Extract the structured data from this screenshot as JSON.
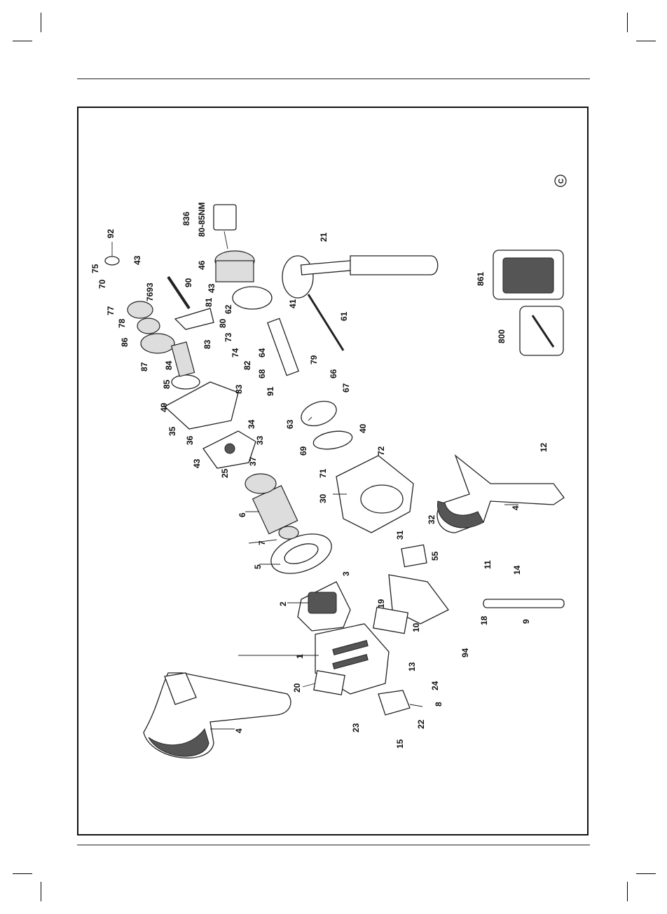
{
  "page": {
    "copyright_mark": "C"
  },
  "callouts": [
    {
      "id": "c92",
      "label": "92"
    },
    {
      "id": "c75",
      "label": "75"
    },
    {
      "id": "c43a",
      "label": "43"
    },
    {
      "id": "c70",
      "label": "70"
    },
    {
      "id": "c7693",
      "label": "7693"
    },
    {
      "id": "c77",
      "label": "77"
    },
    {
      "id": "c78",
      "label": "78"
    },
    {
      "id": "c86",
      "label": "86"
    },
    {
      "id": "c87",
      "label": "87"
    },
    {
      "id": "c84",
      "label": "84"
    },
    {
      "id": "c85",
      "label": "85"
    },
    {
      "id": "c83a",
      "label": "83"
    },
    {
      "id": "c83b",
      "label": "83"
    },
    {
      "id": "c49",
      "label": "49"
    },
    {
      "id": "c35",
      "label": "35"
    },
    {
      "id": "c36",
      "label": "36"
    },
    {
      "id": "c43b",
      "label": "43"
    },
    {
      "id": "c34",
      "label": "34"
    },
    {
      "id": "c33",
      "label": "33"
    },
    {
      "id": "c37",
      "label": "37"
    },
    {
      "id": "c25",
      "label": "25"
    },
    {
      "id": "c6",
      "label": "6"
    },
    {
      "id": "c7",
      "label": "7"
    },
    {
      "id": "c5",
      "label": "5"
    },
    {
      "id": "c3",
      "label": "3"
    },
    {
      "id": "c2",
      "label": "2"
    },
    {
      "id": "c1",
      "label": "1"
    },
    {
      "id": "c20",
      "label": "20"
    },
    {
      "id": "c4a",
      "label": "4"
    },
    {
      "id": "c23",
      "label": "23"
    },
    {
      "id": "c15",
      "label": "15"
    },
    {
      "id": "c22",
      "label": "22"
    },
    {
      "id": "c8",
      "label": "8"
    },
    {
      "id": "c24",
      "label": "24"
    },
    {
      "id": "c13",
      "label": "13"
    },
    {
      "id": "c19",
      "label": "19"
    },
    {
      "id": "c10",
      "label": "10"
    },
    {
      "id": "c94",
      "label": "94"
    },
    {
      "id": "c18",
      "label": "18"
    },
    {
      "id": "c9",
      "label": "9"
    },
    {
      "id": "c11",
      "label": "11"
    },
    {
      "id": "c14",
      "label": "14"
    },
    {
      "id": "c55",
      "label": "55"
    },
    {
      "id": "c31",
      "label": "31"
    },
    {
      "id": "c32",
      "label": "32"
    },
    {
      "id": "c30",
      "label": "30"
    },
    {
      "id": "c4b",
      "label": "4"
    },
    {
      "id": "c12",
      "label": "12"
    },
    {
      "id": "c71",
      "label": "71"
    },
    {
      "id": "c69",
      "label": "69"
    },
    {
      "id": "c72",
      "label": "72"
    },
    {
      "id": "c40",
      "label": "40"
    },
    {
      "id": "c63",
      "label": "63"
    },
    {
      "id": "c67",
      "label": "67"
    },
    {
      "id": "c91",
      "label": "91"
    },
    {
      "id": "c68",
      "label": "68"
    },
    {
      "id": "c66",
      "label": "66"
    },
    {
      "id": "c79",
      "label": "79"
    },
    {
      "id": "c64",
      "label": "64"
    },
    {
      "id": "c82",
      "label": "82"
    },
    {
      "id": "c74",
      "label": "74"
    },
    {
      "id": "c73",
      "label": "73"
    },
    {
      "id": "c80",
      "label": "80"
    },
    {
      "id": "c81",
      "label": "81"
    },
    {
      "id": "c90",
      "label": "90"
    },
    {
      "id": "c43c",
      "label": "43"
    },
    {
      "id": "c62",
      "label": "62"
    },
    {
      "id": "c41",
      "label": "41"
    },
    {
      "id": "c61",
      "label": "61"
    },
    {
      "id": "c46",
      "label": "46"
    },
    {
      "id": "c21",
      "label": "21"
    },
    {
      "id": "c836",
      "label": "836"
    },
    {
      "id": "ctorque",
      "label": "80-85NM"
    },
    {
      "id": "c800",
      "label": "800"
    },
    {
      "id": "c861",
      "label": "861"
    }
  ]
}
